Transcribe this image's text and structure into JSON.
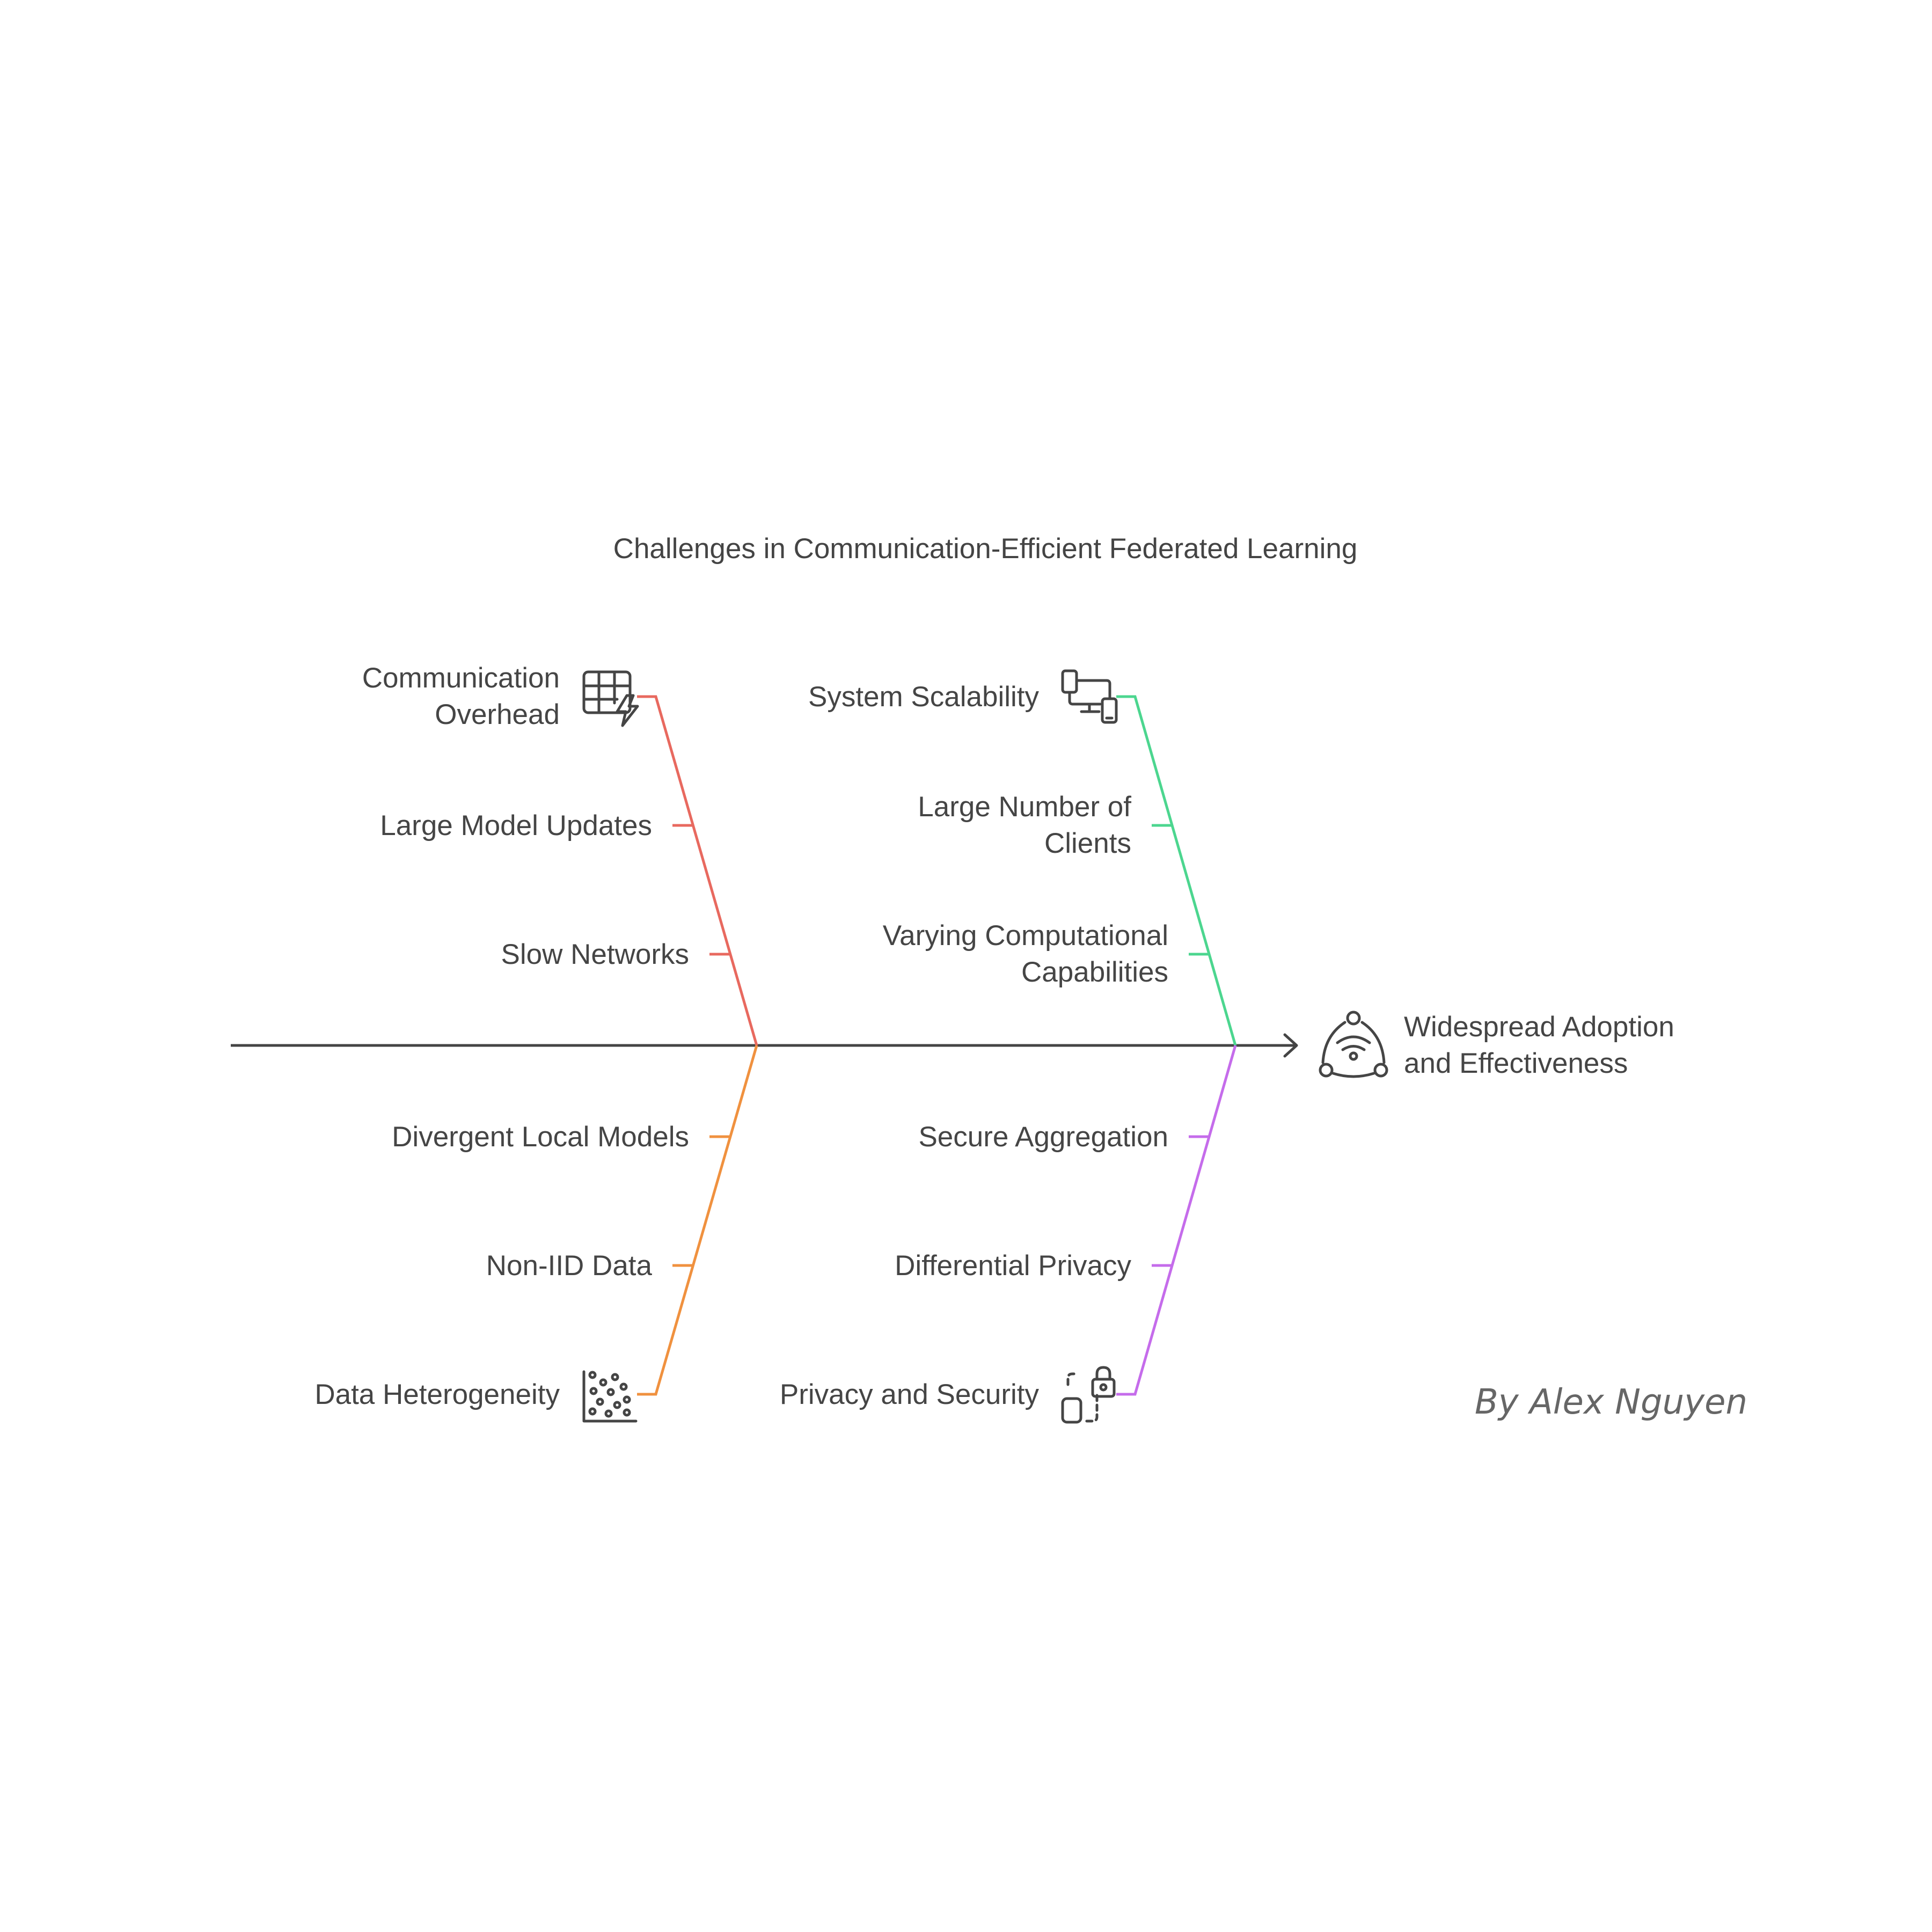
{
  "title": "Challenges in Communication-Efficient Federated Learning",
  "outcome": {
    "line1": "Widespread Adoption",
    "line2": "and Effectiveness",
    "icon": "network-triangle-icon"
  },
  "author": "By Alex Nguyen",
  "categories": {
    "communication": {
      "line1": "Communication",
      "line2": "Overhead",
      "icon": "table-lightning-icon",
      "color": "#E8695F",
      "causes": [
        "Large Model Updates",
        "Slow Networks"
      ]
    },
    "scalability": {
      "label": "System Scalability",
      "icon": "devices-icon",
      "color": "#4CD68F",
      "causes": [
        {
          "line1": "Large Number of",
          "line2": "Clients"
        },
        {
          "line1": "Varying Computational",
          "line2": "Capabilities"
        }
      ]
    },
    "heterogeneity": {
      "label": "Data Heterogeneity",
      "icon": "scatter-plot-icon",
      "color": "#F0913F",
      "causes": [
        "Divergent Local Models",
        "Non-IID Data"
      ]
    },
    "privacy": {
      "label": "Privacy and Security",
      "icon": "lock-shapes-icon",
      "color": "#C56CEB",
      "causes": [
        "Secure Aggregation",
        "Differential Privacy"
      ]
    }
  }
}
